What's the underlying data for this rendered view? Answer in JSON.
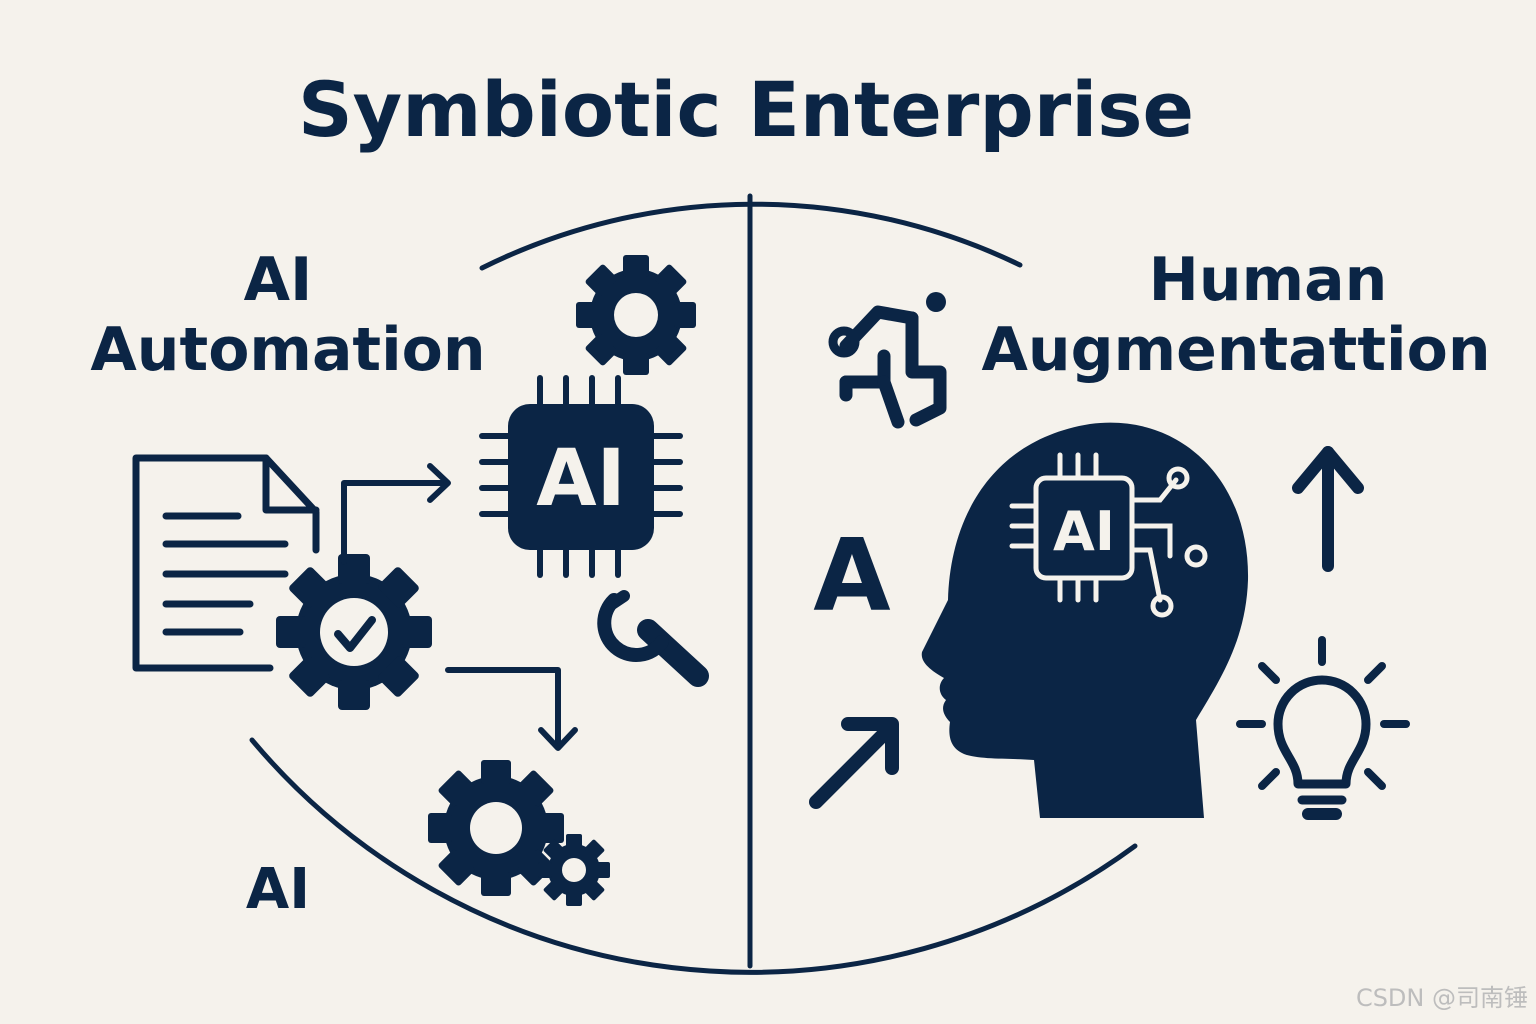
{
  "title": "Symbiotic Enterprise",
  "left_heading": {
    "line1": "AI",
    "line2": "Automation"
  },
  "right_heading": {
    "line1": "Human",
    "line2": "Augmentattion"
  },
  "left_bottom_label": "AI",
  "chip_label": "AI",
  "head_chip_label": "AI",
  "right_letter": "A",
  "watermark": "CSDN @司南锤",
  "colors": {
    "ink": "#0b2545",
    "background": "#f5f2ec",
    "watermark": "#bdbdbd"
  },
  "icons": [
    "document-icon",
    "gear-check-icon",
    "gear-icon",
    "ai-chip-icon",
    "wrench-icon",
    "gears-pair-icon",
    "flow-network-icon",
    "human-head-ai-icon",
    "arrow-up-icon",
    "arrow-diagonal-icon",
    "lightbulb-icon"
  ]
}
